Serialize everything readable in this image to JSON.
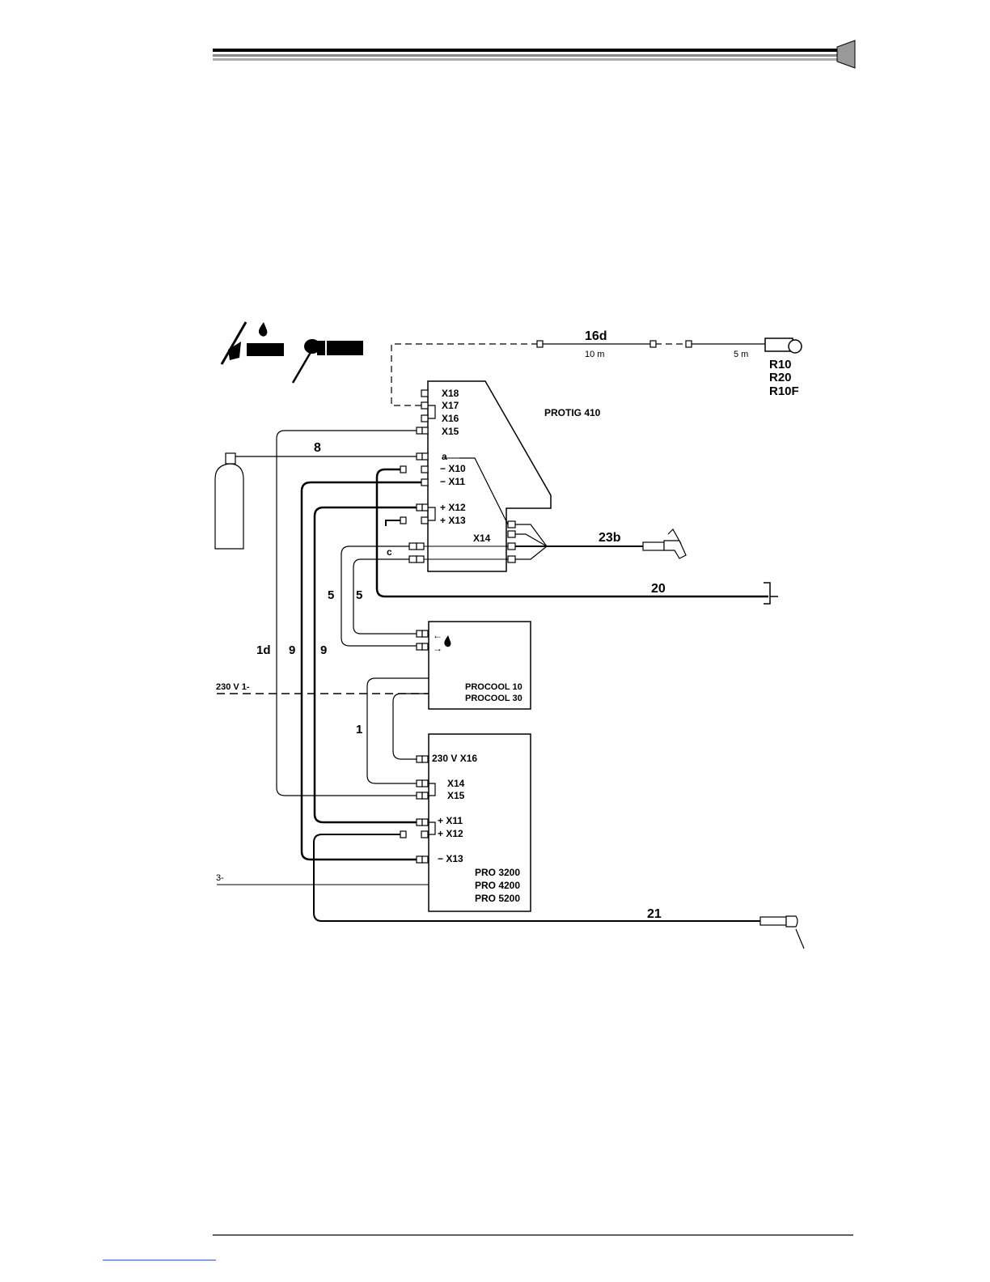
{
  "diagram": {
    "units": {
      "protig": "PROTIG 410",
      "procool": [
        "PROCOOL 10",
        "PROCOOL 30"
      ],
      "pro": [
        "PRO 3200",
        "PRO 4200",
        "PRO 5200"
      ]
    },
    "protig_ports": {
      "x18": "X18",
      "x17": "X17",
      "x16": "X16",
      "x15": "X15",
      "a": "a",
      "x10": "− X10",
      "x11": "− X11",
      "x12": "+ X12",
      "x13": "+ X13",
      "x14": "X14"
    },
    "pro_ports": {
      "x16": "230 V  X16",
      "x14": "X14",
      "x15": "X15",
      "x11": "+ X11",
      "x12": "+ X12",
      "x13": "− X13"
    },
    "cables": {
      "c16d": "16d",
      "c16d_len1": "10 m",
      "c16d_len2": "5 m",
      "c8": "8",
      "c23b": "23b",
      "c20": "20",
      "c21": "21",
      "c5a": "5",
      "c5b": "5",
      "c1d": "1d",
      "c9a": "9",
      "c9b": "9",
      "c1": "1",
      "c_letter": "c"
    },
    "remote": [
      "R10",
      "R20",
      "R10F"
    ],
    "supply": {
      "mains1": "230 V 1-",
      "mains3": "3-"
    }
  }
}
